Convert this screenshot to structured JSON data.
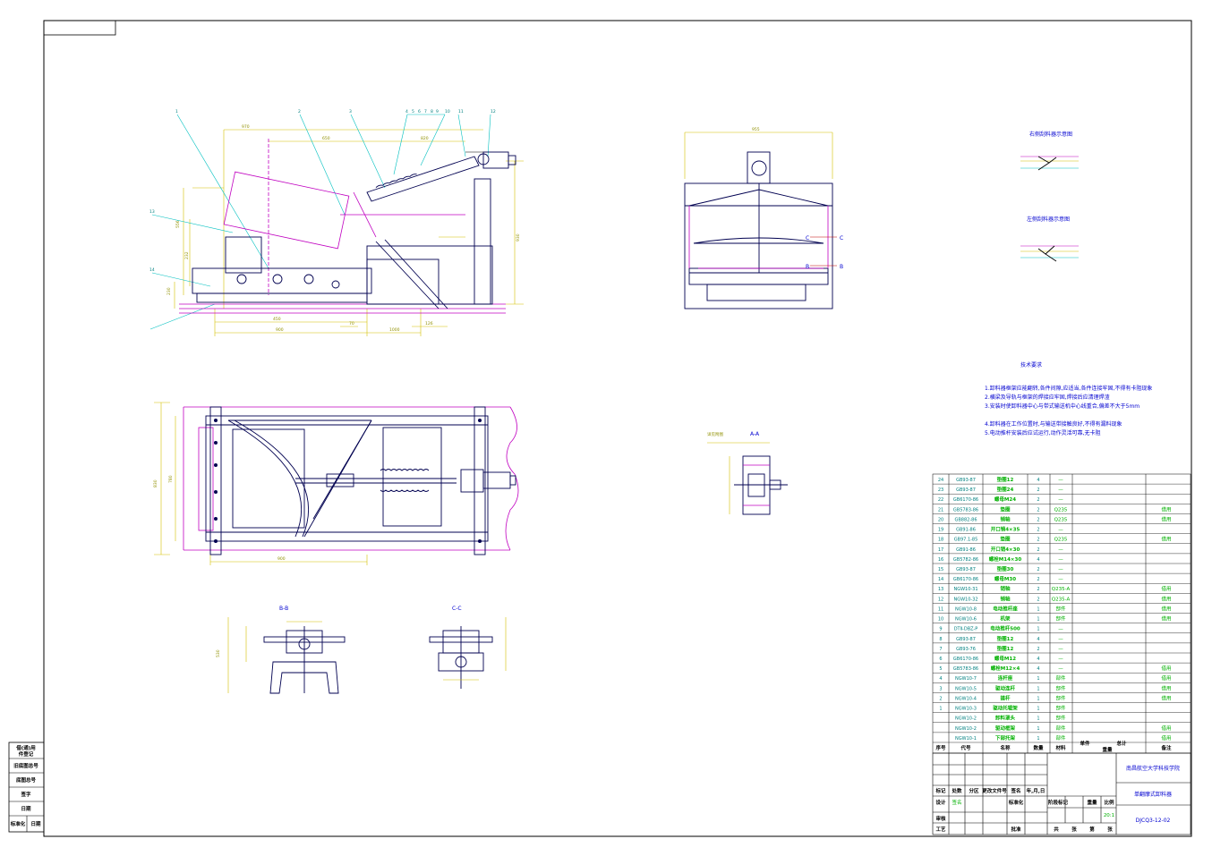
{
  "school": "南昌航空大学科技学院",
  "drawing_name": "单翻摩式卸料器",
  "drawing_no": "DJCQ3-12-02",
  "scale": "比例",
  "scale_value": "20:1",
  "tech_title": "技术要求",
  "tech_notes": [
    "1.卸料器框架应能翻转,各件间隙,应适当,各件连接牢固,不得有卡阻现象",
    "2.横梁及导轨与框架的焊接应牢固,焊接后应清理焊渣",
    "3.安装时使卸料器中心与带式输送机中心线重合,偏差不大于5mm",
    "4.卸料器在工作位置时,与输送带接触良好,不得有漏料现象",
    "5.电动推杆安装后应试运行,动作灵活可靠,无卡阻"
  ],
  "views": {
    "right_top": "右侧刮料器示意图",
    "right_bottom": "左侧刮料器示意图",
    "aa": "A-A",
    "bb": "B-B",
    "cc": "C-C",
    "scale_note": "比例",
    "ref_note": "详见附图"
  },
  "bom_headers": [
    "序号",
    "代号",
    "名称",
    "数量",
    "材料",
    "单件",
    "总计",
    "重量",
    "备注"
  ],
  "bom_rows": [
    {
      "no": "24",
      "code": "GB93-87",
      "name": "垫圈12",
      "qty": "4",
      "mat": "—",
      "note": ""
    },
    {
      "no": "23",
      "code": "GB93-87",
      "name": "垫圈24",
      "qty": "2",
      "mat": "—",
      "note": ""
    },
    {
      "no": "22",
      "code": "GB6170-86",
      "name": "螺母M24",
      "qty": "2",
      "mat": "—",
      "note": ""
    },
    {
      "no": "21",
      "code": "GB5783-86",
      "name": "垫圈",
      "qty": "2",
      "mat": "Q235",
      "note": "借用"
    },
    {
      "no": "20",
      "code": "GB882-86",
      "name": "销轴",
      "qty": "2",
      "mat": "Q235",
      "note": "借用"
    },
    {
      "no": "19",
      "code": "GB91-86",
      "name": "开口销4×35",
      "qty": "2",
      "mat": "—",
      "note": ""
    },
    {
      "no": "18",
      "code": "GB97.1-85",
      "name": "垫圈",
      "qty": "2",
      "mat": "Q235",
      "note": "借用"
    },
    {
      "no": "17",
      "code": "GB91-86",
      "name": "开口销4×30",
      "qty": "2",
      "mat": "—",
      "note": ""
    },
    {
      "no": "16",
      "code": "GB5782-86",
      "name": "螺栓M14×30",
      "qty": "4",
      "mat": "—",
      "note": ""
    },
    {
      "no": "15",
      "code": "GB93-87",
      "name": "垫圈30",
      "qty": "2",
      "mat": "—",
      "note": ""
    },
    {
      "no": "14",
      "code": "GB6170-86",
      "name": "螺母M30",
      "qty": "2",
      "mat": "—",
      "note": ""
    },
    {
      "no": "13",
      "code": "NGW10-31",
      "name": "销轴",
      "qty": "2",
      "mat": "Q235-A",
      "note": "借用"
    },
    {
      "no": "12",
      "code": "NGW10-32",
      "name": "销轴",
      "qty": "2",
      "mat": "Q235-A",
      "note": "借用"
    },
    {
      "no": "11",
      "code": "NGW10-8",
      "name": "电动推杆座",
      "qty": "1",
      "mat": "部件",
      "note": "借用"
    },
    {
      "no": "10",
      "code": "NGW10-6",
      "name": "机架",
      "qty": "1",
      "mat": "部件",
      "note": "借用"
    },
    {
      "no": "9",
      "code": "DTⅡ-DBZ-P",
      "name": "电动推杆500",
      "qty": "1",
      "mat": "—",
      "note": ""
    },
    {
      "no": "8",
      "code": "GB93-87",
      "name": "垫圈12",
      "qty": "4",
      "mat": "—",
      "note": ""
    },
    {
      "no": "7",
      "code": "GB93-76",
      "name": "垫圈12",
      "qty": "2",
      "mat": "—",
      "note": ""
    },
    {
      "no": "6",
      "code": "GB6170-86",
      "name": "螺母M12",
      "qty": "4",
      "mat": "—",
      "note": ""
    },
    {
      "no": "5",
      "code": "GB5783-86",
      "name": "螺栓M12×4",
      "qty": "4",
      "mat": "—",
      "note": "借用"
    },
    {
      "no": "4",
      "code": "NGW10-7",
      "name": "连杆座",
      "qty": "1",
      "mat": "部件",
      "note": "借用"
    },
    {
      "no": "3",
      "code": "NGW10-5",
      "name": "驱动连杆",
      "qty": "1",
      "mat": "部件",
      "note": "借用"
    },
    {
      "no": "2",
      "code": "NGW10-4",
      "name": "搓杆",
      "qty": "1",
      "mat": "部件",
      "note": "借用"
    },
    {
      "no": "1",
      "code": "NGW10-3",
      "name": "驱动托辊架",
      "qty": "1",
      "mat": "部件",
      "note": ""
    },
    {
      "no": "",
      "code": "NGW10-2",
      "name": "卸料罩头",
      "qty": "1",
      "mat": "部件",
      "note": ""
    },
    {
      "no": "",
      "code": "NGW10-2",
      "name": "驱动框架",
      "qty": "1",
      "mat": "部件",
      "note": "借用"
    },
    {
      "no": "",
      "code": "NGW10-1",
      "name": "下部托架",
      "qty": "1",
      "mat": "部件",
      "note": "借用"
    }
  ],
  "title_block": {
    "r1": [
      "标记",
      "处数",
      "分区",
      "更改文件号",
      "签名",
      "年,月,日"
    ],
    "r2": [
      "设计",
      "签名",
      "",
      "标准化",
      ""
    ],
    "r3": [
      "审核",
      "",
      "",
      "",
      ""
    ],
    "r4": [
      "工艺",
      "",
      "",
      "批准",
      ""
    ],
    "stage": "阶段标记",
    "weight": "重量",
    "ratio": "比例",
    "sheets": "共",
    "sheet": "张",
    "page": "第",
    "page2": "张"
  },
  "side_block": [
    "借(通)用",
    "件登记",
    "旧底图总号",
    "底图总号",
    "签字",
    "日期",
    "标准化",
    "日期"
  ],
  "labels": {
    "top_labels": [
      "1",
      "2",
      "3",
      "4",
      "5",
      "6",
      "7",
      "8",
      "9",
      "10",
      "11",
      "12",
      "13",
      "14"
    ],
    "sec_c": "C",
    "sec_b": "B"
  }
}
